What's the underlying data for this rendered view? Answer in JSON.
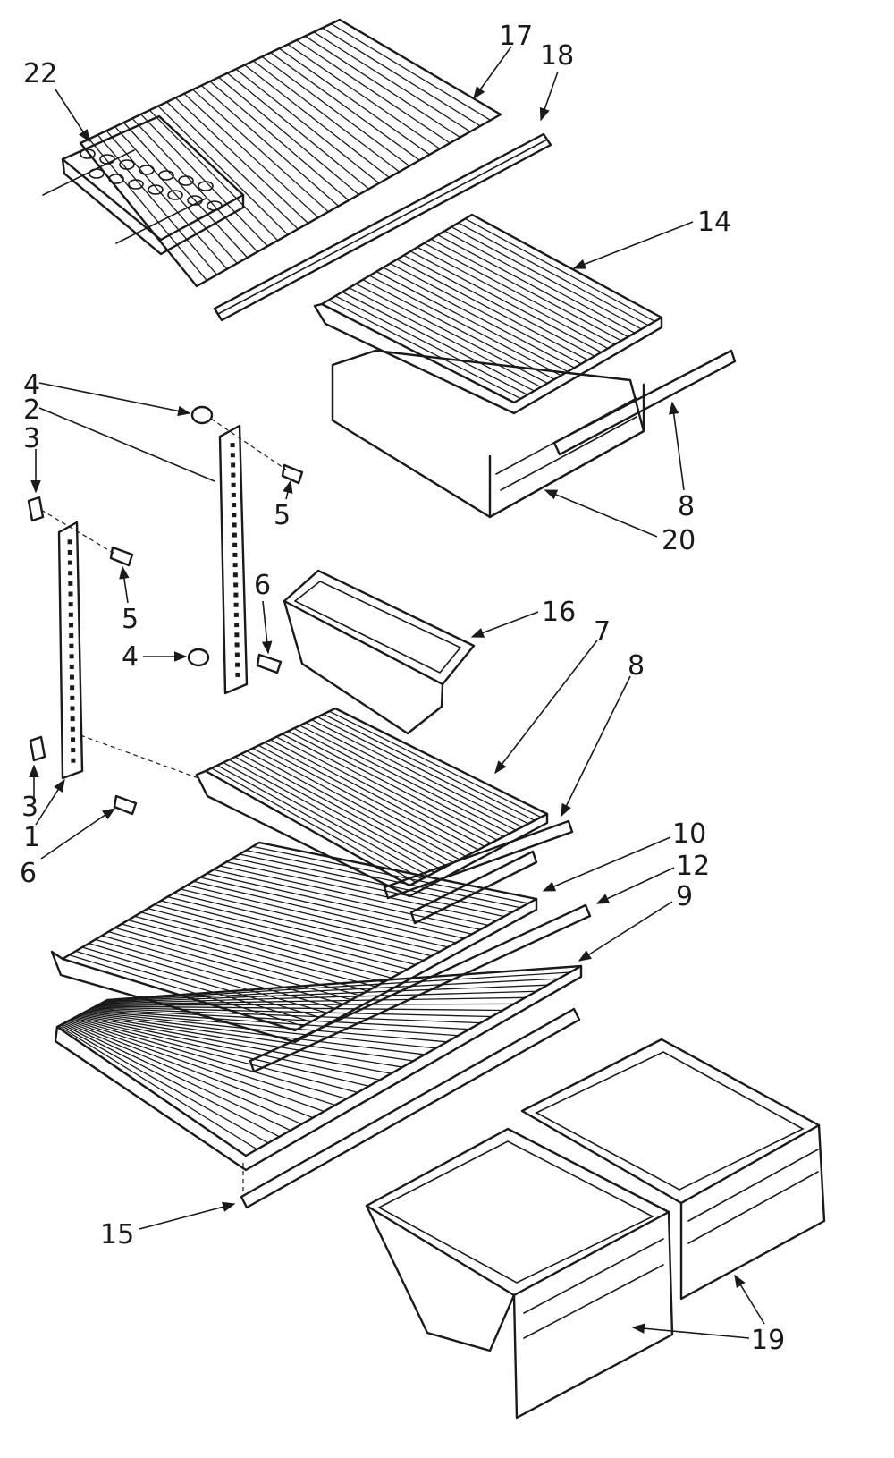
{
  "diagram": {
    "callouts": [
      {
        "id": "c22",
        "text": "22"
      },
      {
        "id": "c17",
        "text": "17"
      },
      {
        "id": "c18",
        "text": "18"
      },
      {
        "id": "c14",
        "text": "14"
      },
      {
        "id": "c4a",
        "text": "4"
      },
      {
        "id": "c2",
        "text": "2"
      },
      {
        "id": "c3a",
        "text": "3"
      },
      {
        "id": "c5a",
        "text": "5"
      },
      {
        "id": "c5b",
        "text": "5"
      },
      {
        "id": "c8a",
        "text": "8"
      },
      {
        "id": "c20",
        "text": "20"
      },
      {
        "id": "c6a",
        "text": "6"
      },
      {
        "id": "c16",
        "text": "16"
      },
      {
        "id": "c7",
        "text": "7"
      },
      {
        "id": "c8b",
        "text": "8"
      },
      {
        "id": "c4b",
        "text": "4"
      },
      {
        "id": "c3b",
        "text": "3"
      },
      {
        "id": "c1",
        "text": "1"
      },
      {
        "id": "c6b",
        "text": "6"
      },
      {
        "id": "c10",
        "text": "10"
      },
      {
        "id": "c12",
        "text": "12"
      },
      {
        "id": "c9",
        "text": "9"
      },
      {
        "id": "c15",
        "text": "15"
      },
      {
        "id": "c19",
        "text": "19"
      }
    ],
    "colors": {
      "ink": "#1a1a1a",
      "paper": "#ffffff"
    }
  }
}
